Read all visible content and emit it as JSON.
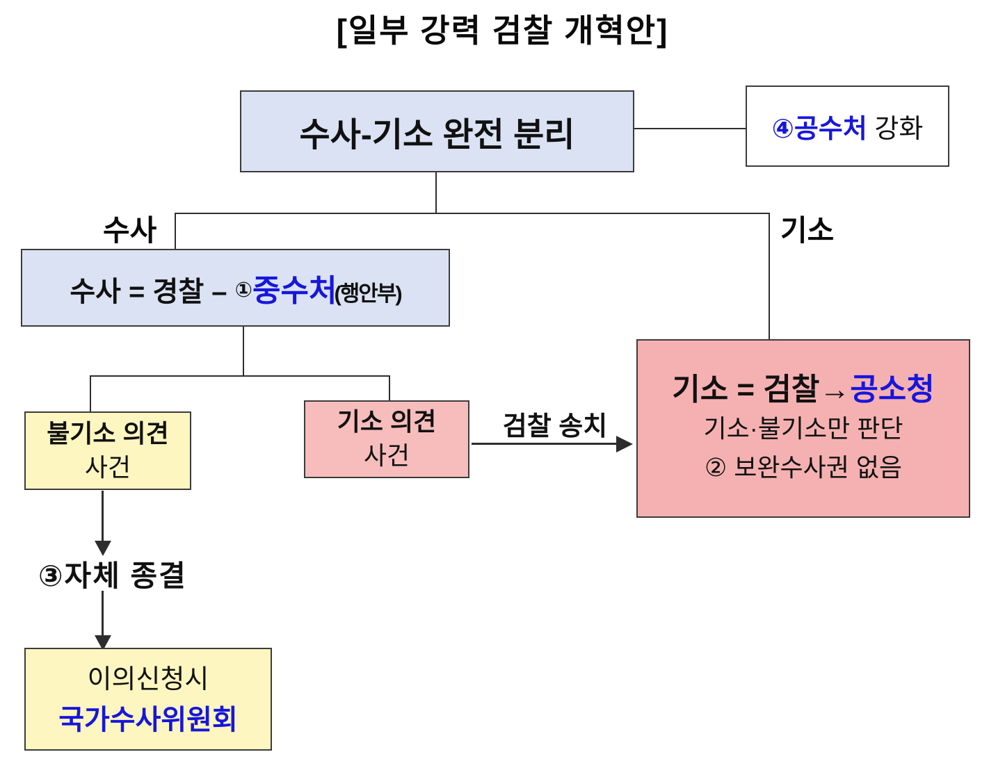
{
  "title": "[일부 강력 검찰 개혁안]",
  "colors": {
    "box_blue": "#dbe2f3",
    "box_yellow": "#fdf6c0",
    "box_pink": "#f7bdbd",
    "box_pink_large": "#f5b1b1",
    "accent_blue": "#1616dd",
    "line": "#2d2d2d"
  },
  "top_box": {
    "label": "수사-기소 완전 분리"
  },
  "side_box": {
    "number": "④",
    "highlight": "공수처",
    "rest": " 강화"
  },
  "branches": {
    "left_label": "수사",
    "right_label": "기소"
  },
  "investigation_box": {
    "prefix": "수사 = 경찰 – ",
    "number": "①",
    "highlight": "중수처",
    "suffix": "(행안부)"
  },
  "non_indict_box": {
    "line1": "불기소 의견",
    "line2": "사건"
  },
  "indict_box": {
    "line1": "기소 의견",
    "line2": "사건"
  },
  "transfer_label": "검찰 송치",
  "prosecution_box": {
    "line1_prefix": "기소 = 검찰→",
    "line1_highlight": "공소청",
    "line2": "기소·불기소만 판단",
    "line3": "② 보완수사권 없음"
  },
  "self_close_label": "③자체 종결",
  "appeal_box": {
    "line1": "이의신청시",
    "line2": "국가수사위원회"
  }
}
